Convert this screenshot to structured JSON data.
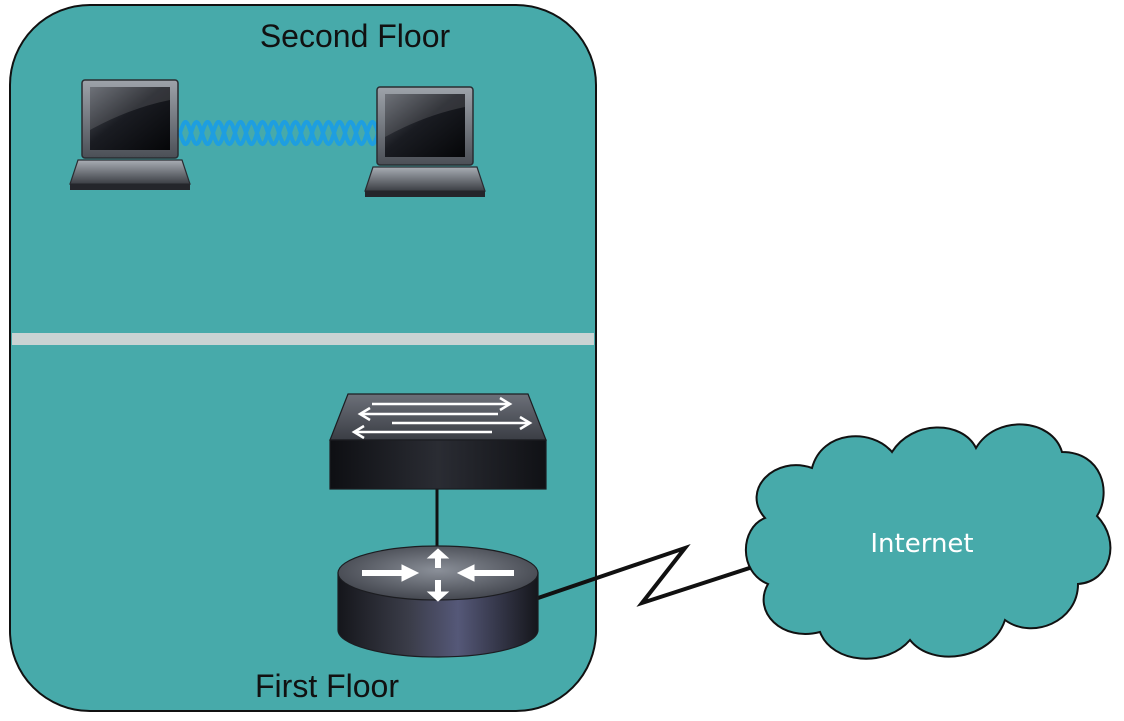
{
  "building": {
    "upper_label": "Second Floor",
    "lower_label": "First Floor",
    "fill_color": "#47aaaa",
    "divider_color": "#c9d3d3"
  },
  "devices": {
    "laptop_left": {
      "icon": "laptop-icon"
    },
    "laptop_right": {
      "icon": "laptop-icon"
    },
    "wireless_link": {
      "icon": "wireless-wave-icon",
      "color": "#1e9ee0"
    },
    "switch": {
      "icon": "switch-icon"
    },
    "router": {
      "icon": "router-icon"
    }
  },
  "cloud": {
    "label": "Internet",
    "icon": "cloud-icon",
    "fill_color": "#47aaaa"
  },
  "links": {
    "switch_router": {
      "type": "ethernet"
    },
    "router_internet": {
      "type": "serial-wan"
    }
  }
}
